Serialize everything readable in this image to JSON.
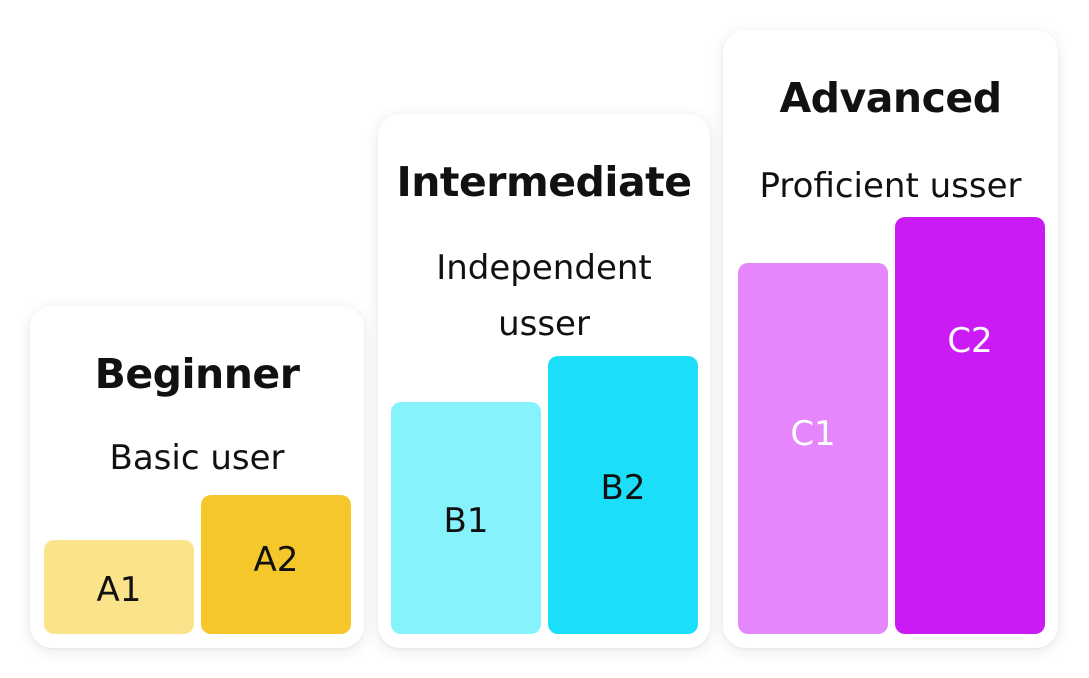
{
  "levels": [
    {
      "title": "Beginner",
      "subtitle": "Basic user",
      "bars": [
        {
          "label": "A1",
          "color": "#FBE38C",
          "text_color": "#111111"
        },
        {
          "label": "A2",
          "color": "#F6C72A",
          "text_color": "#111111"
        }
      ]
    },
    {
      "title": "Intermediate",
      "subtitle": "Independent usser",
      "bars": [
        {
          "label": "B1",
          "color": "#86F2FC",
          "text_color": "#111111"
        },
        {
          "label": "B2",
          "color": "#1BDFF8",
          "text_color": "#111111"
        }
      ]
    },
    {
      "title": "Advanced",
      "subtitle": "Proficient usser",
      "bars": [
        {
          "label": "C1",
          "color": "#E686FC",
          "text_color": "#ffffff"
        },
        {
          "label": "C2",
          "color": "#CB1BF5",
          "text_color": "#ffffff"
        }
      ]
    }
  ]
}
